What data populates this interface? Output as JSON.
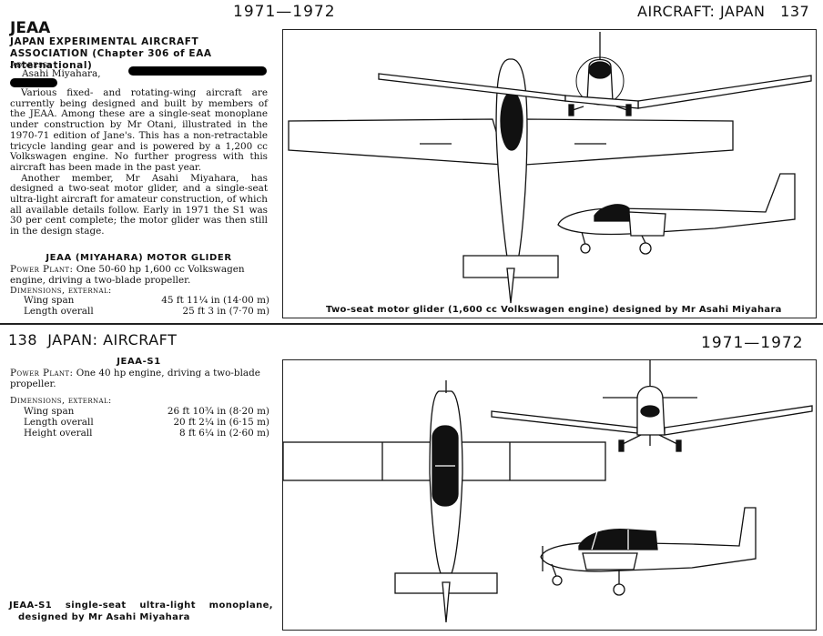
{
  "top_page": {
    "year": "1971—1972",
    "running_head": "AIRCRAFT: JAPAN   137",
    "org_code": "JEAA",
    "org_name": "JAPAN EXPERIMENTAL AIRCRAFT ASSOCIATION (Chapter 306 of EAA International)",
    "address_label": "Address:",
    "address_value": "Asahi Miyahara,",
    "body_paragraphs": [
      "Various fixed- and rotating-wing aircraft are currently being designed and built by members of the JEAA. Among these are a single-seat monoplane under construction by Mr Otani, illustrated in the 1970-71 edition of Jane's. This has a non-retractable tricycle landing gear and is powered by a 1,200 cc Volkswagen engine. No further progress with this aircraft has been made in the past year.",
      "Another member, Mr Asahi Miyahara, has designed a two-seat motor glider, and a single-seat ultra-light aircraft for amateur construction, of which all available details follow. Early in 1971 the S1 was 30 per cent complete; the motor glider was then still in the design stage."
    ],
    "glider": {
      "title": "JEAA (MIYAHARA) MOTOR GLIDER",
      "power_label": "Power Plant:",
      "power_text": "One 50-60 hp 1,600 cc Volkswagen engine, driving a two-blade propeller.",
      "dims_label": "Dimensions, external:",
      "dims": [
        {
          "label": "Wing span",
          "value": "45 ft 11¼ in (14·00 m)"
        },
        {
          "label": "Length overall",
          "value": "25 ft 3 in (7·70 m)"
        }
      ]
    },
    "figure_caption": "Two-seat motor glider (1,600 cc Volkswagen engine) designed by Mr Asahi Miyahara"
  },
  "bottom_page": {
    "running_head": "138  JAPAN: AIRCRAFT",
    "year": "1971—1972",
    "s1": {
      "title": "JEAA-S1",
      "power_label": "Power Plant:",
      "power_text": "One 40 hp engine, driving a two-blade propeller.",
      "dims_label": "Dimensions, external:",
      "dims": [
        {
          "label": "Wing span",
          "value": "26 ft 10¾ in (8·20 m)"
        },
        {
          "label": "Length overall",
          "value": "20 ft 2¼ in (6·15 m)"
        },
        {
          "label": "Height overall",
          "value": "8 ft 6¼ in (2·60 m)"
        }
      ]
    },
    "figure_caption_line1": "JEAA-S1   single-seat   ultra-light   monoplane,",
    "figure_caption_line2": "designed by Mr Asahi Miyahara"
  },
  "colors": {
    "ink": "#111111",
    "paper": "#ffffff",
    "redaction": "#000000"
  }
}
